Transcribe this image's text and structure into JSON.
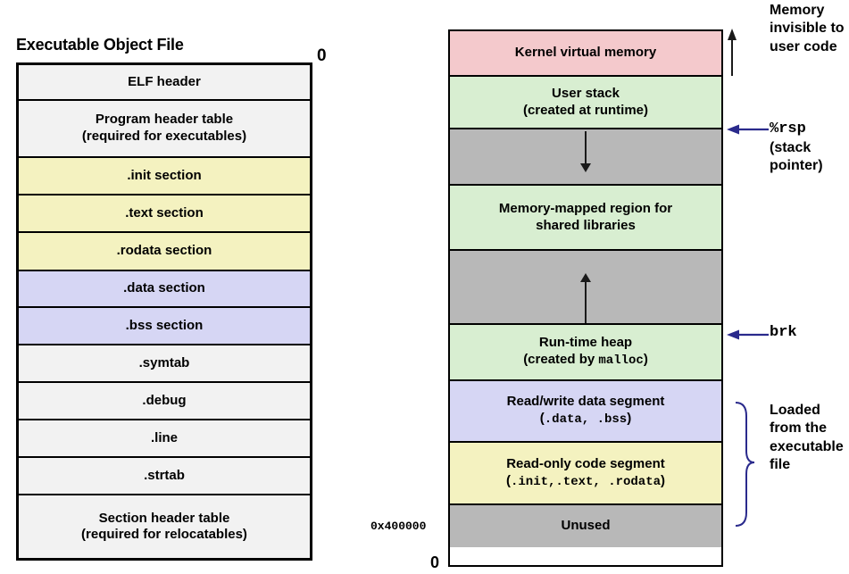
{
  "left": {
    "title": "Executable Object File",
    "top_address_label": "0",
    "rows": [
      {
        "label": "ELF header",
        "sub": "",
        "color": "c-grey",
        "h": 40
      },
      {
        "label": "Program header table",
        "sub": "(required for executables)",
        "color": "c-grey",
        "h": 65
      },
      {
        "label": ".init section",
        "sub": "",
        "color": "c-yellow",
        "h": 43
      },
      {
        "label": ".text section",
        "sub": "",
        "color": "c-yellow",
        "h": 42
      },
      {
        "label": ".rodata section",
        "sub": "",
        "color": "c-yellow",
        "h": 43
      },
      {
        "label": ".data section",
        "sub": "",
        "color": "c-purple",
        "h": 42
      },
      {
        "label": ".bss section",
        "sub": "",
        "color": "c-purple",
        "h": 42
      },
      {
        "label": ".symtab",
        "sub": "",
        "color": "c-grey",
        "h": 43
      },
      {
        "label": ".debug",
        "sub": "",
        "color": "c-grey",
        "h": 42
      },
      {
        "label": ".line",
        "sub": "",
        "color": "c-grey",
        "h": 43
      },
      {
        "label": ".strtab",
        "sub": "",
        "color": "c-grey",
        "h": 42
      },
      {
        "label": "Section header table",
        "sub": "(required for relocatables)",
        "color": "c-grey",
        "h": 71
      }
    ]
  },
  "right": {
    "regions": [
      {
        "label": "Kernel virtual memory",
        "sub": "",
        "color": "c-pink",
        "h": 51,
        "arrow": ""
      },
      {
        "label": "User stack",
        "sub": "(created at runtime)",
        "color": "c-green",
        "h": 59,
        "arrow": ""
      },
      {
        "label": "",
        "sub": "",
        "color": "c-gray",
        "h": 63,
        "arrow": "down"
      },
      {
        "label": "Memory-mapped region for",
        "sub": "shared libraries",
        "color": "c-green",
        "h": 73,
        "arrow": ""
      },
      {
        "label": "",
        "sub": "",
        "color": "c-gray",
        "h": 83,
        "arrow": "up"
      },
      {
        "label": "Run-time heap",
        "sub": "(created by malloc)",
        "sub_mono": "malloc",
        "color": "c-green",
        "h": 63,
        "arrow": ""
      },
      {
        "label": "Read/write data segment",
        "sub": "(.data, .bss)",
        "color": "c-purple",
        "h": 69,
        "arrow": ""
      },
      {
        "label": "Read-only code segment",
        "sub": "(.init,.text, .rodata)",
        "color": "c-yellow",
        "h": 70,
        "arrow": ""
      },
      {
        "label": "Unused",
        "sub": "",
        "color": "c-gray",
        "h": 47,
        "arrow": ""
      }
    ],
    "annotations": {
      "kernel": "Memory invisible to user code",
      "rsp_reg": "%rsp",
      "rsp_desc": "(stack pointer)",
      "brk": "brk",
      "loaded": "Loaded from the executable file"
    },
    "addresses": {
      "code_start": "0x400000",
      "zero": "0"
    }
  },
  "colors": {
    "pink": "#f4c9cc",
    "green": "#d8eed1",
    "gray": "#b8b8b8",
    "purple": "#d6d6f4",
    "yellow": "#f4f2c0",
    "grey_light": "#f2f2f2",
    "arrow_blue": "#2a2a8c",
    "line_black": "#1a1a1a"
  }
}
